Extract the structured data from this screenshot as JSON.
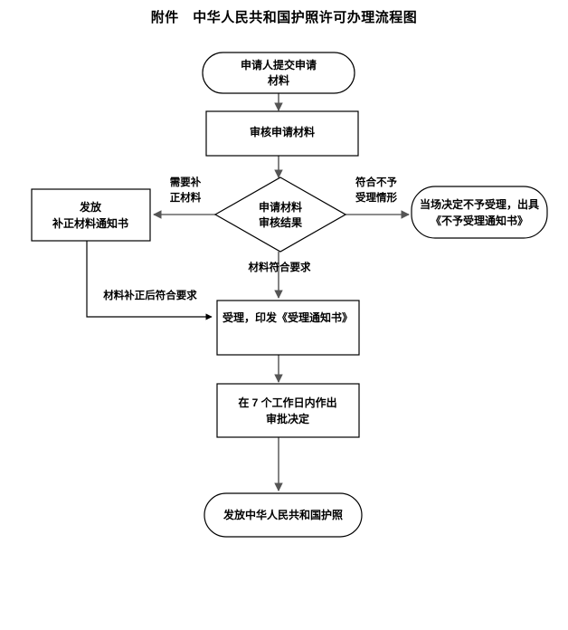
{
  "document": {
    "title": "附件　中华人民共和国护照许可办理流程图"
  },
  "flowchart": {
    "nodes": [
      {
        "id": "start",
        "shape": "stadium",
        "lines": [
          "申请人提交申请",
          "材料"
        ]
      },
      {
        "id": "review",
        "shape": "rectangle",
        "lines": [
          "审核申请材料"
        ]
      },
      {
        "id": "decision",
        "shape": "diamond",
        "lines": [
          "申请材料",
          "审核结果"
        ]
      },
      {
        "id": "supplement",
        "shape": "rectangle",
        "lines": [
          "发放",
          "补正材料通知书"
        ]
      },
      {
        "id": "reject",
        "shape": "stadium",
        "lines": [
          "当场决定不予受理，出具",
          "《不予受理通知书》"
        ]
      },
      {
        "id": "accept",
        "shape": "rectangle",
        "lines": [
          "受理，印发《受理通知书》"
        ]
      },
      {
        "id": "approve",
        "shape": "rectangle",
        "lines": [
          "在 7 个工作日内作出",
          "审批决定"
        ]
      },
      {
        "id": "issue",
        "shape": "stadium",
        "lines": [
          "发放中华人民共和国护照"
        ]
      }
    ],
    "edge_labels": [
      {
        "id": "need-supplement",
        "lines": [
          "需要补",
          "正材料"
        ]
      },
      {
        "id": "not-accepted",
        "lines": [
          "符合不予",
          "受理情形"
        ]
      },
      {
        "id": "material-ok",
        "lines": [
          "材料符合要求"
        ]
      },
      {
        "id": "after-supplement",
        "lines": [
          "材料补正后符合要求"
        ]
      }
    ]
  },
  "colors": {
    "stroke": "#000000",
    "connector": "#666666",
    "background": "#ffffff"
  }
}
